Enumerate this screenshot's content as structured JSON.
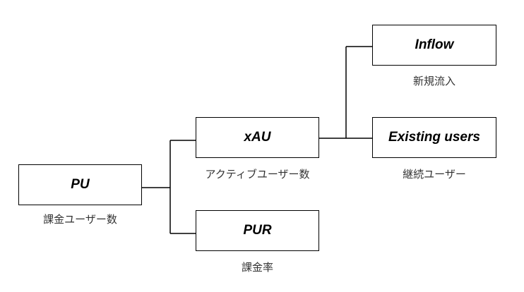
{
  "nodes": {
    "pu": {
      "label": "PU",
      "caption": "課金ユーザー数"
    },
    "xau": {
      "label": "xAU",
      "caption": "アクティブユーザー数"
    },
    "pur": {
      "label": "PUR",
      "caption": "課金率"
    },
    "inflow": {
      "label": "Inflow",
      "caption": "新規流入"
    },
    "existing": {
      "label": "Existing users",
      "caption": "継続ユーザー"
    }
  },
  "colors": {
    "border": "#000000",
    "line": "#000000",
    "caption": "#333333"
  }
}
